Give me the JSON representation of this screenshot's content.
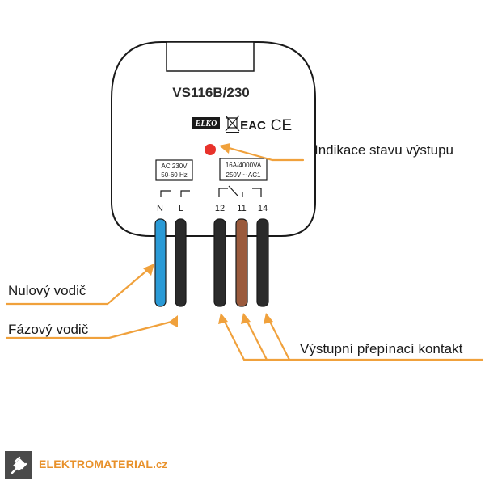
{
  "device": {
    "model": "VS116B/230",
    "brand": "ELKO",
    "marks": "EAC",
    "ce": "CE",
    "supply": {
      "line1": "AC 230V",
      "line2": "50-60 Hz"
    },
    "contact": {
      "line1": "16A/4000VA",
      "line2": "250V",
      "line2_suffix": "AC1"
    },
    "terminals": [
      "N",
      "L",
      "12",
      "11",
      "14"
    ]
  },
  "labels": {
    "indicator": "Indikace stavu výstupu",
    "neutral": "Nulový vodič",
    "phase": "Fázový vodič",
    "output": "Výstupní přepínací kontakt"
  },
  "logo": {
    "name": "ELEKTROMATERIAL",
    "suffix": ".cz"
  },
  "colors": {
    "arrow": "#f0a13c",
    "neutral_wire": "#2a9ad6",
    "phase_wire": "#2b2b2b",
    "brown_wire": "#9a5a3c",
    "indicator": "#e8322b",
    "logo": "#e8912b"
  }
}
